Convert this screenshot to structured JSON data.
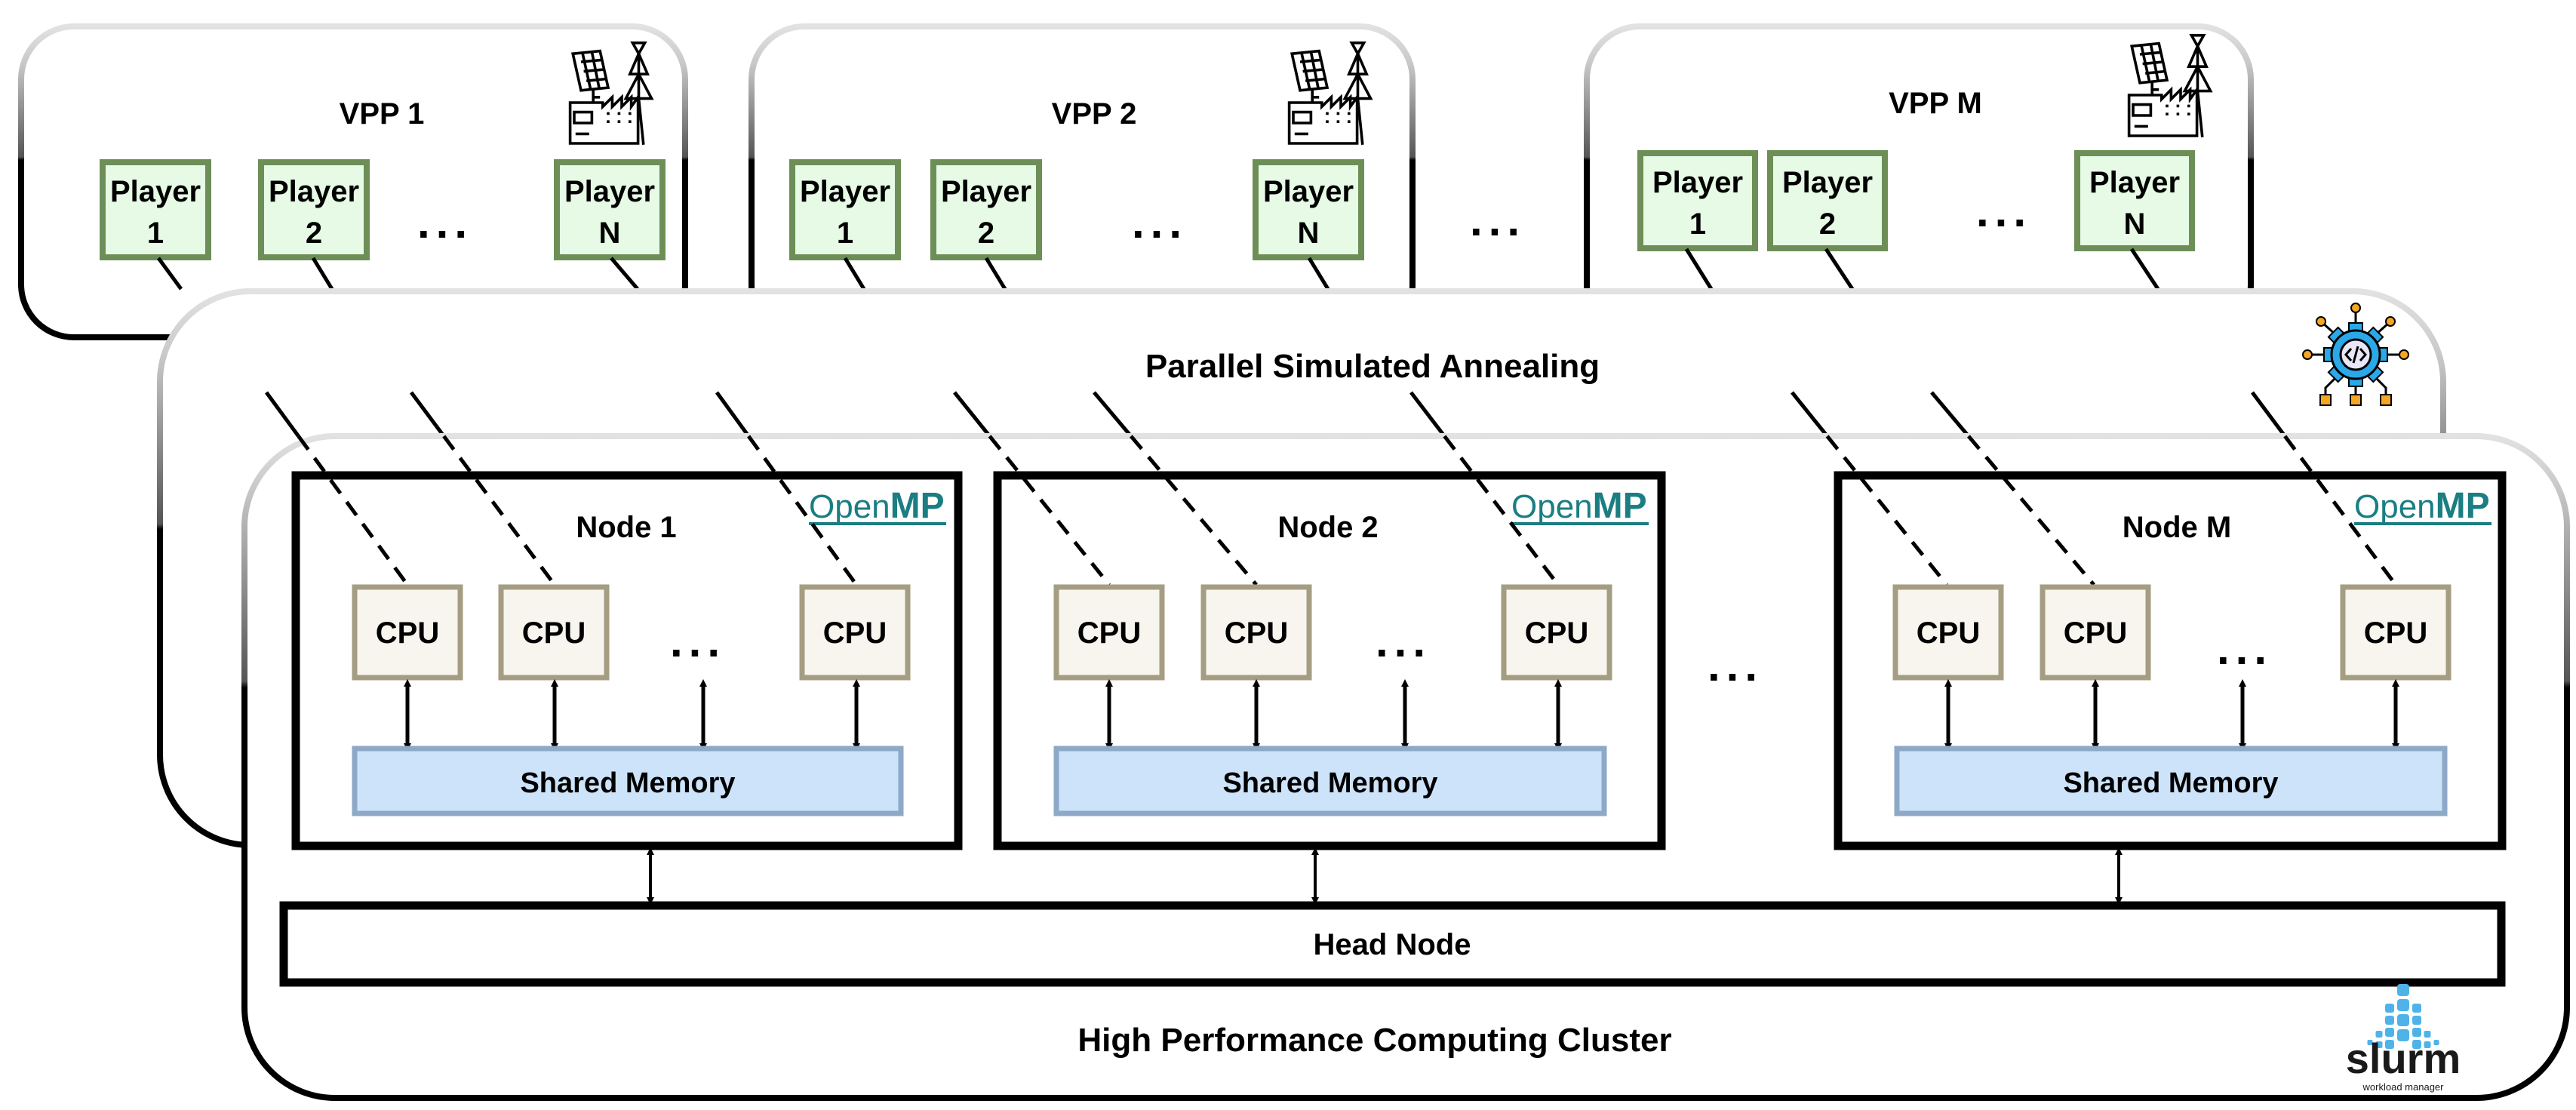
{
  "vpps": [
    {
      "title": "VPP  1",
      "players": [
        {
          "line1": "Player",
          "line2": "1"
        },
        {
          "line1": "Player",
          "line2": "2"
        },
        {
          "line1": "Player",
          "line2": "N"
        }
      ],
      "ellipsis": "..."
    },
    {
      "title": "VPP  2",
      "players": [
        {
          "line1": "Player",
          "line2": "1"
        },
        {
          "line1": "Player",
          "line2": "2"
        },
        {
          "line1": "Player",
          "line2": "N"
        }
      ],
      "ellipsis": "..."
    },
    {
      "title": "VPP  M",
      "players": [
        {
          "line1": "Player",
          "line2": "1"
        },
        {
          "line1": "Player",
          "line2": "2"
        },
        {
          "line1": "Player",
          "line2": "N"
        }
      ],
      "ellipsis": "..."
    }
  ],
  "vpp_between_ellipsis": "...",
  "psa": {
    "title": "Parallel Simulated Annealing"
  },
  "nodes": [
    {
      "title": "Node  1",
      "cpus": [
        "CPU",
        "CPU",
        "CPU"
      ],
      "ellipsis": "...",
      "memory": "Shared Memory",
      "openmp": {
        "open": "Open",
        "mp": "MP"
      }
    },
    {
      "title": "Node  2",
      "cpus": [
        "CPU",
        "CPU",
        "CPU"
      ],
      "ellipsis": "...",
      "memory": "Shared Memory",
      "openmp": {
        "open": "Open",
        "mp": "MP"
      }
    },
    {
      "title": "Node  M",
      "cpus": [
        "CPU",
        "CPU",
        "CPU"
      ],
      "ellipsis": "...",
      "memory": "Shared Memory",
      "openmp": {
        "open": "Open",
        "mp": "MP"
      }
    }
  ],
  "node_between_ellipsis": "...",
  "head_node": "Head Node",
  "hpc": {
    "title": "High Performance Computing Cluster"
  },
  "slurm": {
    "name": "slurm",
    "subtitle": "workload manager"
  },
  "colors": {
    "player_border": "#6d8f57",
    "player_fill": "#e6fae6",
    "cpu_border": "#a59d82",
    "cpu_fill": "#f7f5ee",
    "memory_border": "#8ea8c8",
    "memory_fill": "#cce3fa",
    "openmp": "#1a7e82",
    "gear_blue": "#2aa8e8",
    "gear_node": "#f5a623",
    "slurm_blue": "#4fb3ea"
  }
}
